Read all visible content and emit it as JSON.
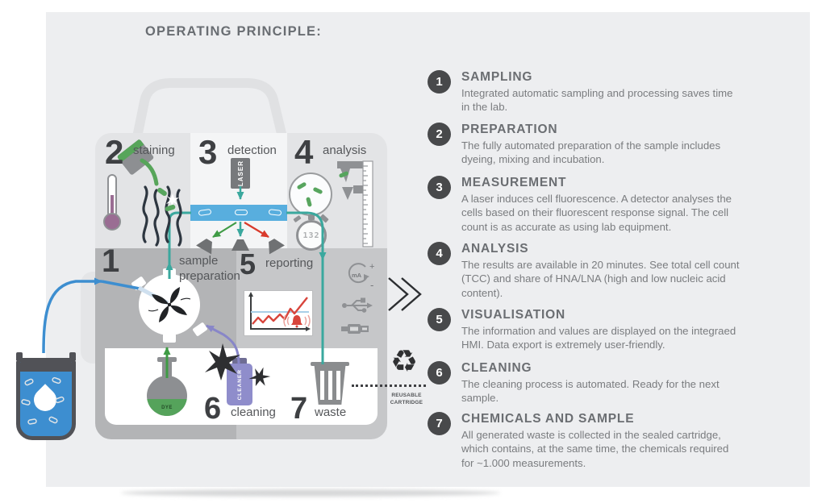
{
  "title": "OPERATING PRINCIPLE:",
  "colors": {
    "panel_bg": "#edeef0",
    "teal_flow": "#3aa89e",
    "blue_sample": "#3d8ed0",
    "green_dye": "#4a9e50",
    "red_alarm": "#d8453c",
    "purple_cleaner": "#8886c8",
    "dark_circle": "#48494b",
    "channel_blue": "#58aede"
  },
  "diagram": {
    "stations": [
      {
        "num": "1",
        "label": "sample\npreparation"
      },
      {
        "num": "2",
        "label": "staining"
      },
      {
        "num": "3",
        "label": "detection"
      },
      {
        "num": "4",
        "label": "analysis"
      },
      {
        "num": "5",
        "label": "reporting"
      },
      {
        "num": "6",
        "label": "cleaning"
      },
      {
        "num": "7",
        "label": "waste"
      }
    ],
    "laser_label": "LASER",
    "stopwatch_value": "132",
    "dye_label": "DYE",
    "cleaner_label": "CLEANER",
    "cartridge_note": "REUSABLE\nCARTRIDGE",
    "recycle_icon": "♻",
    "current_icon_label": "mA",
    "current_plus": "+",
    "current_minus": "-"
  },
  "steps": [
    {
      "num": "1",
      "title": "SAMPLING",
      "body": "Integrated automatic sampling and processing saves time\nin the lab."
    },
    {
      "num": "2",
      "title": "PREPARATION",
      "body": "The fully automated preparation of the sample includes\ndyeing, mixing and incubation."
    },
    {
      "num": "3",
      "title": "MEASUREMENT",
      "body": "A laser induces cell fluorescence. A detector analyses the\ncells based on their fluorescent response signal. The cell\ncount is as accurate as using lab equipment."
    },
    {
      "num": "4",
      "title": "ANALYSIS",
      "body": "The results are available in 20 minutes. See total cell count\n(TCC) and share of HNA/LNA (high and low nucleic acid\ncontent)."
    },
    {
      "num": "5",
      "title": "VISUALISATION",
      "body": "The information and values are displayed on the integraed\nHMI. Data export is extremely user-friendly."
    },
    {
      "num": "6",
      "title": "CLEANING",
      "body": "The cleaning process is automated. Ready for the next\nsample."
    },
    {
      "num": "7",
      "title": "CHEMICALS AND SAMPLE",
      "body": "All generated waste is collected in the sealed cartridge,\nwhich contains, at the same time, the chemicals required\nfor ~1.000 measurements."
    }
  ]
}
